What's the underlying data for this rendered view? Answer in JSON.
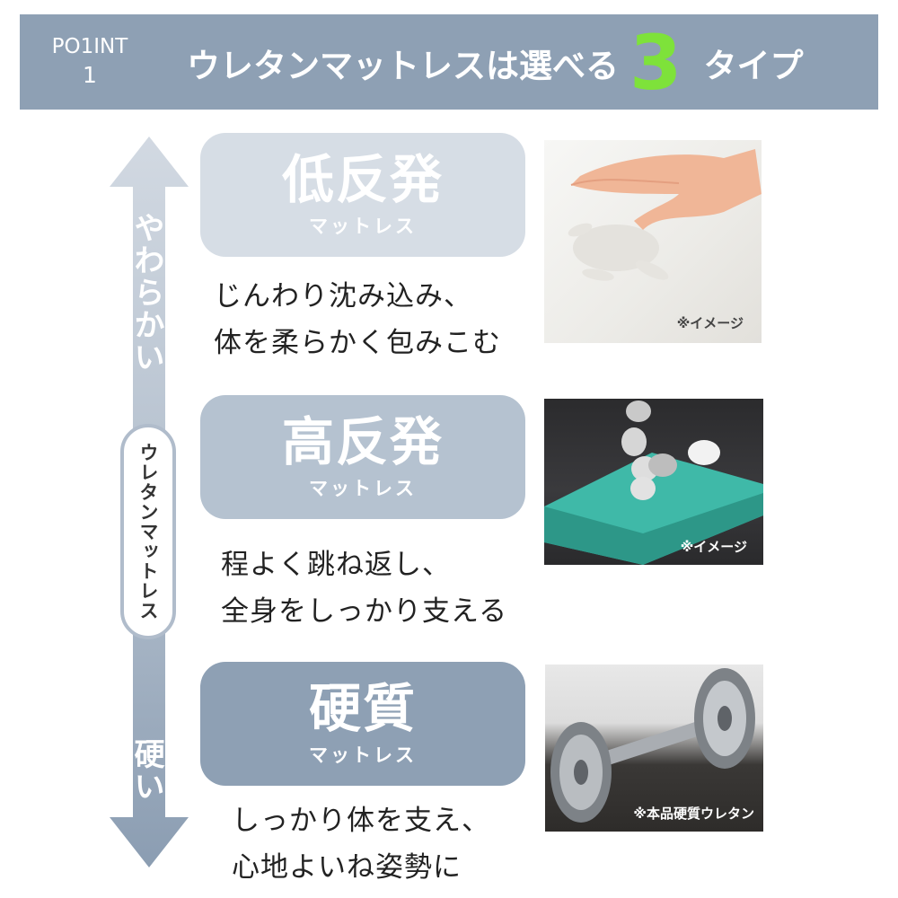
{
  "header": {
    "point_line1": "PO1INT",
    "point_line2": "1",
    "title_before": "ウレタンマットレスは選べる",
    "title_number": "3",
    "title_after": "タイプ",
    "highlight_color": "#7ee23a",
    "background_color": "#8ea0b4"
  },
  "axis": {
    "top_label": "やわらかい",
    "middle_label": "ウレタンマットレス",
    "bottom_label": "硬い"
  },
  "types": [
    {
      "name": "低反発",
      "sub": "マットレス",
      "desc_line1": "じんわり沈み込み、",
      "desc_line2": "体を柔らかく包みこむ",
      "caption": "※イメージ",
      "color": "#d6dde5"
    },
    {
      "name": "高反発",
      "sub": "マットレス",
      "desc_line1": "程よく跳ね返し、",
      "desc_line2": "全身をしっかり支える",
      "caption": "※イメージ",
      "color": "#b5c2d0"
    },
    {
      "name": "硬質",
      "sub": "マットレス",
      "desc_line1": "しっかり体を支え、",
      "desc_line2": "心地よいね姿勢に",
      "caption": "※本品硬質ウレタン",
      "color": "#8ea0b4"
    }
  ]
}
